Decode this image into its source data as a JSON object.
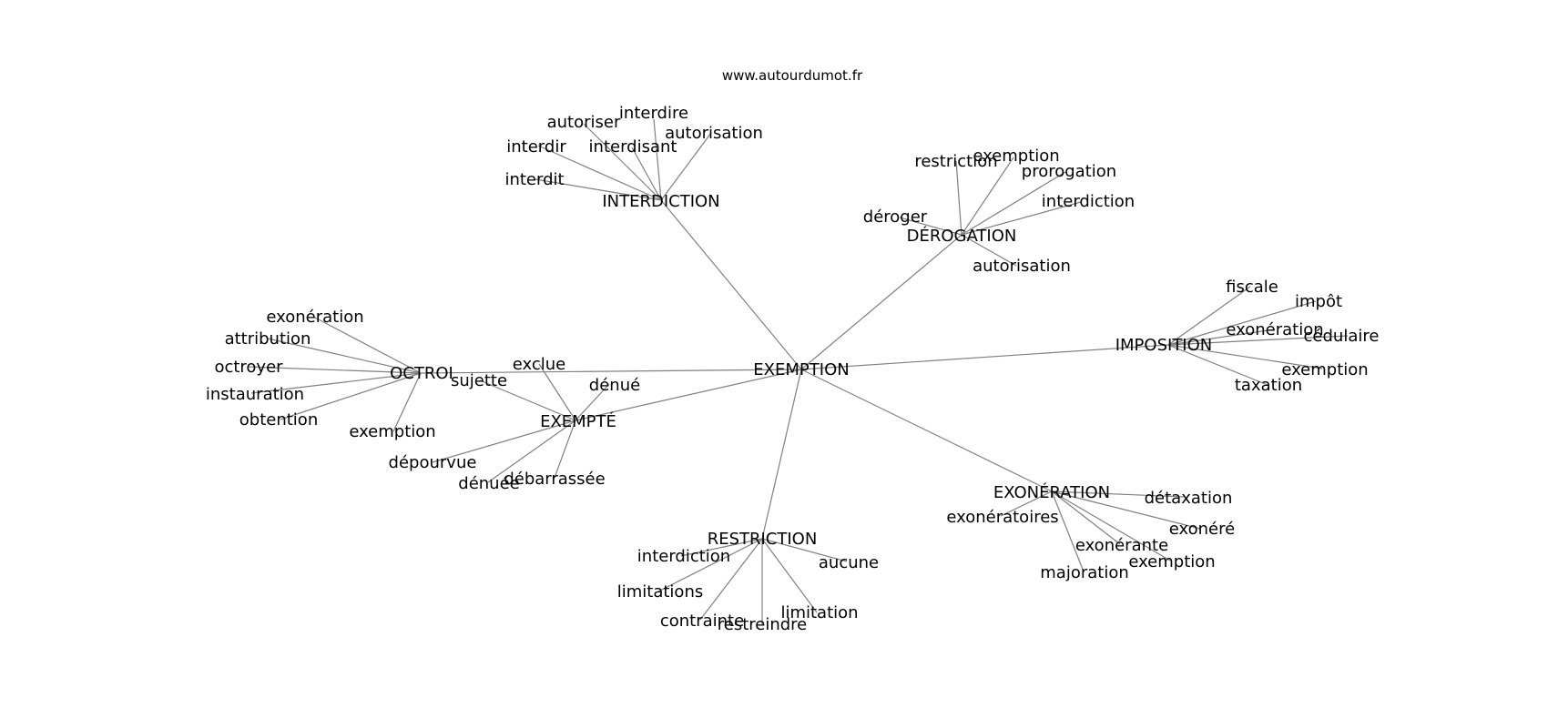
{
  "source_label": "www.autourdumot.fr",
  "graph": {
    "center": "EXEMPTION",
    "hubs": [
      {
        "id": "interdiction",
        "label": "INTERDICTION",
        "leaves": [
          "interdire",
          "autoriser",
          "autorisation",
          "interdir",
          "interdisant",
          "interdit"
        ]
      },
      {
        "id": "derogation",
        "label": "DÉROGATION",
        "leaves": [
          "restriction",
          "exemption",
          "prorogation",
          "déroger",
          "interdiction",
          "autorisation"
        ]
      },
      {
        "id": "imposition",
        "label": "IMPOSITION",
        "leaves": [
          "fiscale",
          "impôt",
          "exonération",
          "cédulaire",
          "exemption",
          "taxation"
        ]
      },
      {
        "id": "octroi",
        "label": "OCTROI",
        "leaves": [
          "exonération",
          "attribution",
          "octroyer",
          "instauration",
          "obtention",
          "exemption"
        ]
      },
      {
        "id": "exempte",
        "label": "EXEMPTÉ",
        "leaves": [
          "exclue",
          "sujette",
          "dénué",
          "dépourvue",
          "dénuée",
          "débarrassée"
        ]
      },
      {
        "id": "exoneration",
        "label": "EXONÉRATION",
        "leaves": [
          "détaxation",
          "exonératoires",
          "exonéré",
          "exonérante",
          "exemption",
          "majoration"
        ]
      },
      {
        "id": "restriction",
        "label": "RESTRICTION",
        "leaves": [
          "interdiction",
          "aucune",
          "limitations",
          "limitation",
          "contrainte",
          "restreindre"
        ]
      }
    ]
  }
}
